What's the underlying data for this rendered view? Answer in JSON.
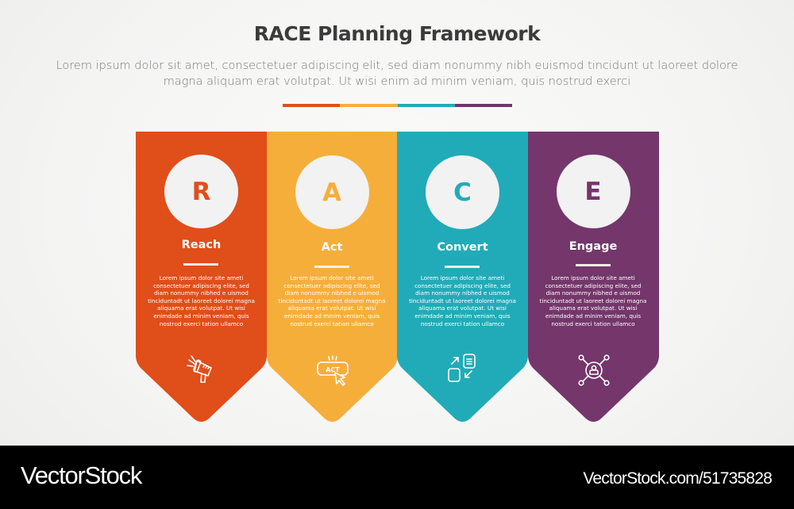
{
  "header": {
    "title": "RACE Planning Framework",
    "subtitle": "Lorem ipsum dolor sit amet, consectetuer adipiscing elit, sed diam nonummy nibh euismod tincidunt ut laoreet dolore magna aliquam erat volutpat. Ut wisi enim ad minim veniam, quis nostrud exerci"
  },
  "divider_colors": [
    "#e04e1a",
    "#f6ae3b",
    "#21abb8",
    "#74366b"
  ],
  "stages": [
    {
      "letter": "R",
      "title": "Reach",
      "color": "#e04e1a",
      "icon": "megaphone-icon",
      "body": "Lorem ipsum dolor site ameti consectetuer adipiscing elite, sed diam nonummy nibhed e uismod tinciduntadt ut laoreet dolorei magna aliquama erat volutpat. Ut wisi enimdade ad minim veniam, quis nostrud exerci tation ullamco"
    },
    {
      "letter": "A",
      "title": "Act",
      "color": "#f6ae3b",
      "icon": "act-button-click-icon",
      "icon_text": "ACT",
      "body": "Lorem ipsum dolor site ameti consectetuer adipiscing elite, sed diam nonummy nibhed e uismod tinciduntadt ut laoreet dolorei magna aliquama erat volutpat. Ut wisi enimdade ad minim veniam, quis nostrud exerci tation ullamco"
    },
    {
      "letter": "C",
      "title": "Convert",
      "color": "#21abb8",
      "icon": "convert-document-icon",
      "body": "Lorem ipsum dolor site ameti consectetuer adipiscing elite, sed diam nonummy nibhed e uismod tinciduntadt ut laoreet dolorei magna aliquama erat volutpat. Ut wisi enimdade ad minim veniam, quis nostrud exerci tation ullamco"
    },
    {
      "letter": "E",
      "title": "Engage",
      "color": "#74366b",
      "icon": "user-network-icon",
      "body": "Lorem ipsum dolor site ameti consectetuer adipiscing elite, sed diam nonummy nibhed e uismod tinciduntadt ut laoreet dolorei magna aliquama erat volutpat. Ut wisi enimdade ad minim veniam, quis nostrud exerci tation ullamco"
    }
  ],
  "footer": {
    "logo": "VectorStock",
    "url": "VectorStock.com/51735828"
  }
}
